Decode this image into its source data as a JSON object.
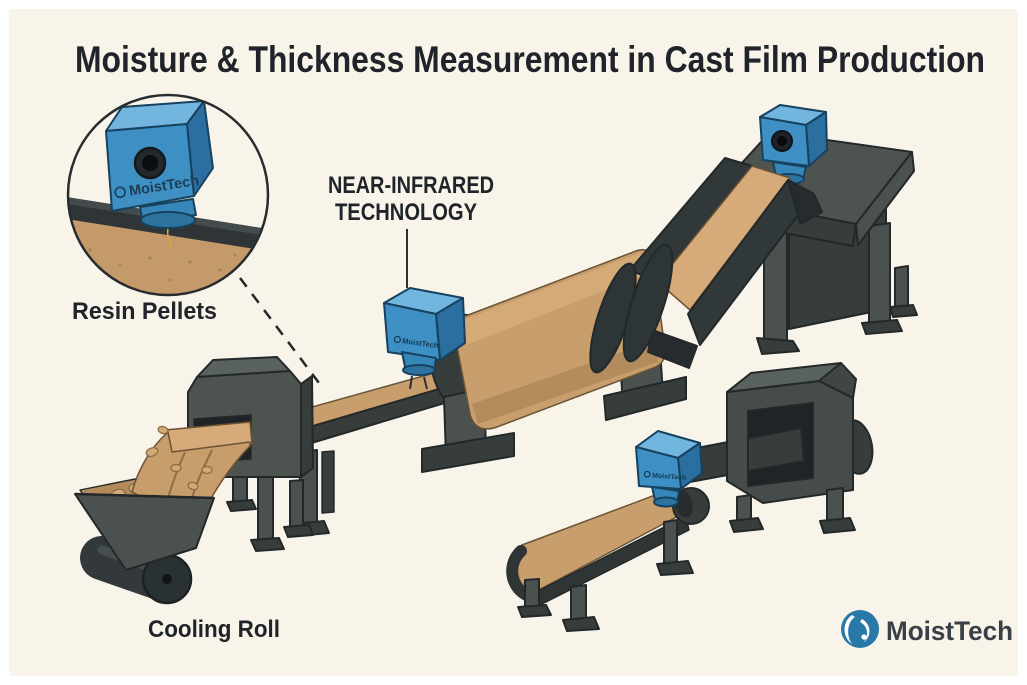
{
  "title": "Moisture & Thickness Measurement in Cast Film Production",
  "labels": {
    "near_infrared_line1": "NEAR-INFRARED",
    "near_infrared_line2": "TECHNOLOGY",
    "resin_pellets": "Resin Pellets",
    "cooling_roll": "Cooling Roll"
  },
  "sensor": {
    "brand": "MoistTech"
  },
  "logo": {
    "text": "MoistTech"
  },
  "colors": {
    "background": "#f8f4e9",
    "machine_dark": "#4a514e",
    "machine_shadow": "#363d3a",
    "outline": "#23282a",
    "film_tan": "#c89e6d",
    "film_tan_light": "#d6ab79",
    "sensor_blue": "#3e90c4",
    "sensor_blue_top": "#72b6e0",
    "sensor_blue_side": "#2a6f9f",
    "logo_blue": "#2878a8",
    "text_dark": "#20242a"
  }
}
